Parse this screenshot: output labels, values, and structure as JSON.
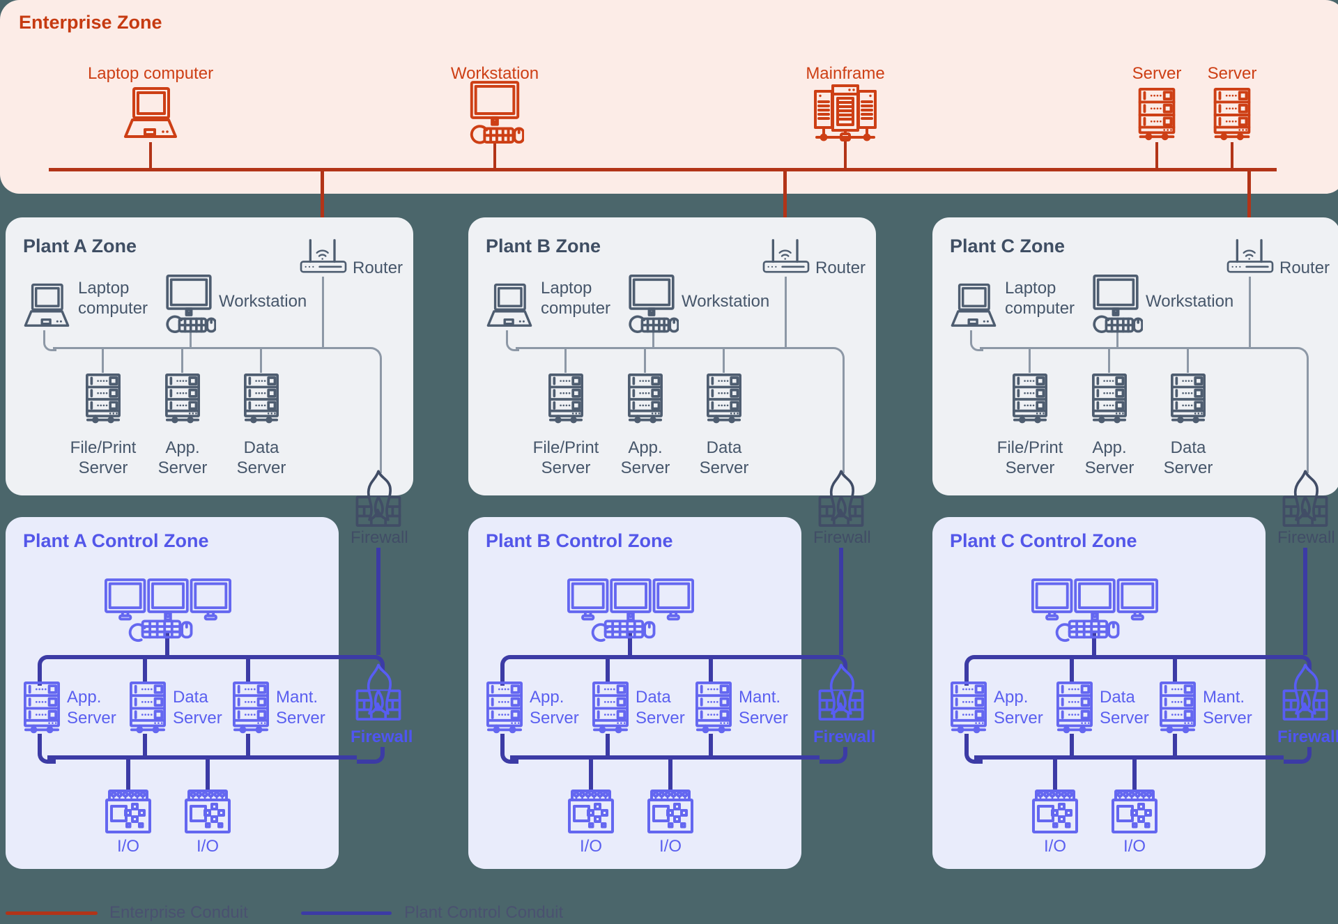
{
  "colors": {
    "bg": "#4b666b",
    "ent_bg": "#fcece7",
    "ent_title": "#c63a11",
    "ent_accent": "#cd3f15",
    "ent_conduit": "#b23418",
    "plant_bg": "#eff1f4",
    "plant_title": "#3f4e63",
    "plant_text": "#46566a",
    "plant_icon": "#4e5d70",
    "plant_line": "#8d98a6",
    "ctrl_bg": "#e9ecfb",
    "ctrl_title": "#5356e9",
    "ctrl_icon": "#6467f0",
    "ctrl_label": "#5a5ff0",
    "ctrl_conduit": "#3c3ba5",
    "fw_slate": "#414d66",
    "fw_purple": "#585df3",
    "fw_purple_label": "#4f55f2",
    "legend_text": "#4a5170"
  },
  "enterprise": {
    "title": "Enterprise Zone",
    "devices": [
      {
        "label": "Laptop computer",
        "icon": "laptop-icon"
      },
      {
        "label": "Workstation",
        "icon": "workstation-icon"
      },
      {
        "label": "Mainframe",
        "icon": "mainframe-icon"
      },
      {
        "label": "Server",
        "icon": "server-icon"
      },
      {
        "label": "Server",
        "icon": "server-icon"
      }
    ]
  },
  "plant_zones": [
    {
      "title": "Plant A Zone",
      "router": "Router",
      "laptop": "Laptop computer",
      "workstation": "Workstation",
      "servers": [
        "File/Print Server",
        "App. Server",
        "Data Server"
      ],
      "firewall": "Firewall"
    },
    {
      "title": "Plant B Zone",
      "router": "Router",
      "laptop": "Laptop computer",
      "workstation": "Workstation",
      "servers": [
        "File/Print Server",
        "App. Server",
        "Data Server"
      ],
      "firewall": "Firewall"
    },
    {
      "title": "Plant C Zone",
      "router": "Router",
      "laptop": "Laptop computer",
      "workstation": "Workstation",
      "servers": [
        "File/Print Server",
        "App. Server",
        "Data Server"
      ],
      "firewall": "Firewall"
    }
  ],
  "control_zones": [
    {
      "title": "Plant A Control Zone",
      "servers": [
        "App. Server",
        "Data Server",
        "Mant. Server"
      ],
      "io": [
        "I/O",
        "I/O"
      ],
      "firewall": "Firewall"
    },
    {
      "title": "Plant B Control Zone",
      "servers": [
        "App. Server",
        "Data Server",
        "Mant. Server"
      ],
      "io": [
        "I/O",
        "I/O"
      ],
      "firewall": "Firewall"
    },
    {
      "title": "Plant C Control Zone",
      "servers": [
        "App. Server",
        "Data Server",
        "Mant. Server"
      ],
      "io": [
        "I/O",
        "I/O"
      ],
      "firewall": "Firewall"
    }
  ],
  "legend": {
    "items": [
      {
        "label": "Enterprise Conduit",
        "color": "#b23418"
      },
      {
        "label": "Plant Control Conduit",
        "color": "#3c3ba5"
      }
    ]
  }
}
